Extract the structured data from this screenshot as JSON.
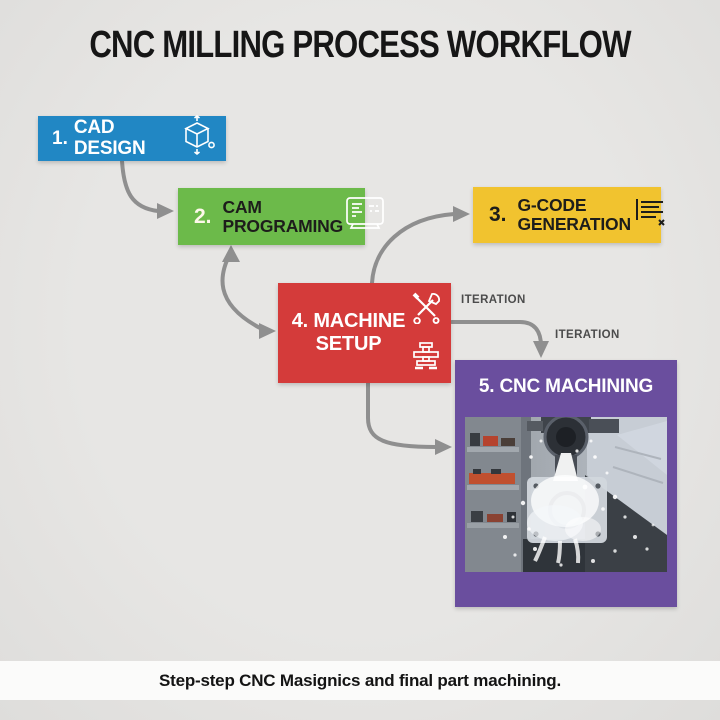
{
  "title": "CNC MILLING PROCESS WORKFLOW",
  "caption": "Step-step CNC Masignics and final part machining.",
  "iteration_labels": [
    "ITERATION",
    "ITERATION"
  ],
  "steps": [
    {
      "number": "1.",
      "lines": [
        "CAD DESIGN"
      ],
      "color": "#2187c4",
      "icon": "3d-cube"
    },
    {
      "number": "2.",
      "lines": [
        "CAM",
        "PROGRAMING"
      ],
      "color": "#6cba4a",
      "icon": "cam-monitor"
    },
    {
      "number": "3.",
      "lines": [
        "G-CODE",
        "GENERATION"
      ],
      "color": "#f1c32f",
      "icon": "gcode-list"
    },
    {
      "number": "4.",
      "lines": [
        "MACHINE",
        "SETUP"
      ],
      "color": "#d43b3a",
      "icons": [
        "tools",
        "work-clamp"
      ]
    },
    {
      "number": "5.",
      "lines": [
        "CNC MACHINING"
      ],
      "color": "#6a4e9e",
      "media": "cnc-machining-photo"
    }
  ],
  "colors": {
    "background": "#e4e3e1",
    "arrow": "#8f8f8f",
    "caption_band": "#fbfbfa",
    "iteration_text": "#4c4c4c",
    "title_text": "#161616"
  }
}
